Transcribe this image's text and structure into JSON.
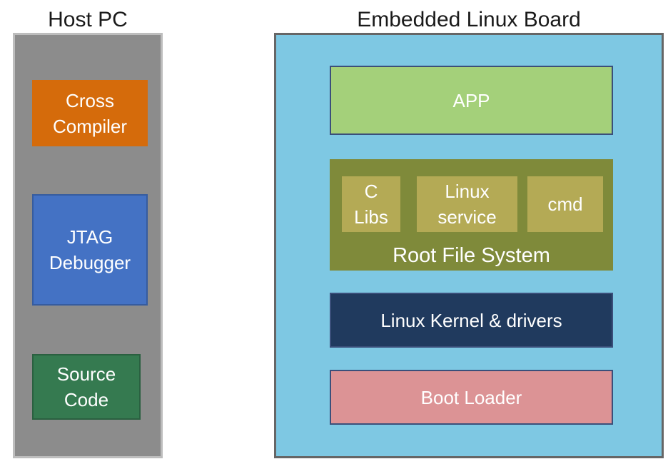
{
  "host": {
    "title": "Host PC",
    "boxes": {
      "cross_compiler": "Cross\nCompiler",
      "jtag_debugger": "JTAG\nDebugger",
      "source_code": "Source\nCode"
    }
  },
  "board": {
    "title": "Embedded Linux Board",
    "app": "APP",
    "root_fs": {
      "label": "Root File System",
      "c_libs": "C\nLibs",
      "linux_service": "Linux\nservice",
      "cmd": "cmd"
    },
    "kernel": "Linux Kernel & drivers",
    "boot_loader": "Boot Loader"
  },
  "colors": {
    "host_panel": "#8c8c8c",
    "board_panel": "#7ec8e3",
    "cross_compiler": "#d56b0b",
    "jtag_debugger": "#4472c4",
    "source_code": "#357a50",
    "app": "#a4d07a",
    "root_fs": "#7f8a3a",
    "root_fs_item": "#b4aa55",
    "kernel": "#203a5e",
    "boot_loader": "#dc9395"
  }
}
